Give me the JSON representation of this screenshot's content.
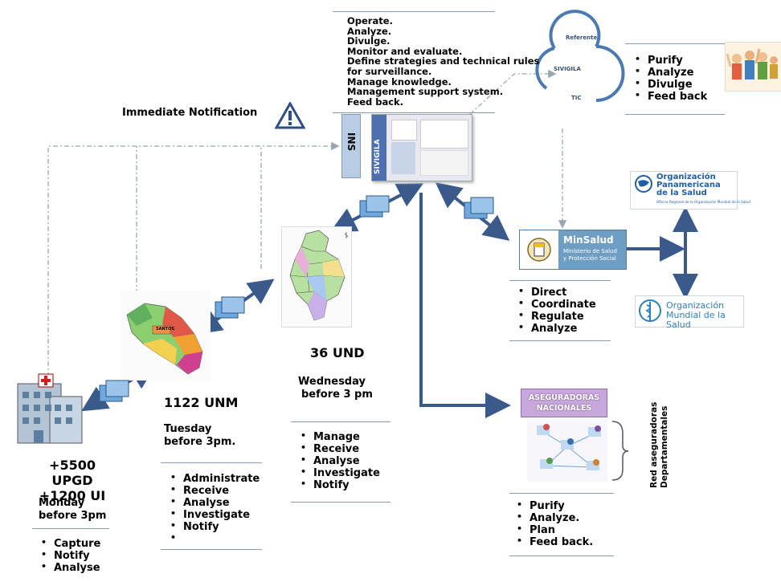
{
  "top_functions": [
    "Operate.",
    "Analyze.",
    "Divulge.",
    "Monitor and evaluate.",
    "Define strategies and technical rules",
    "for surveillance.",
    "Manage knowledge.",
    "Management support system.",
    "Feed back."
  ],
  "immediate_notification": "Immediate Notification",
  "ins_label": "INS",
  "sivigila_label": "SIVIGILA",
  "cycle": {
    "referente": "Referente",
    "sivigila": "SIVIGILA",
    "tic": "TIC"
  },
  "top_right_list": [
    "Purify",
    "Analyze",
    "Divulge",
    "Feed back"
  ],
  "ops": {
    "line1": "Organización",
    "line2": "Panamericana",
    "line3": "de la Salud",
    "sub": "Oficina Regional de la Organización Mundial de la Salud"
  },
  "oms": {
    "line1": "Organización",
    "line2": "Mundial de la Salud"
  },
  "minsalud": {
    "title": "MinSalud",
    "line1": "Ministerio de Salud",
    "line2": "y Protección Social"
  },
  "minsalud_list": [
    "Direct",
    "Coordinate",
    "Regulate",
    "Analyze"
  ],
  "aseguradoras": {
    "line1": "ASEGURADORAS",
    "line2": "NACIONALES"
  },
  "aseguradoras_list": [
    "Purify",
    "Analyze.",
    "Plan",
    "Feed back."
  ],
  "red_label": {
    "line1": "Red aseguradoras",
    "line2": "Departamentales"
  },
  "und": {
    "title": "36 UND",
    "day": "Wednesday",
    "time": "before 3 pm",
    "list": [
      "Manage",
      "Receive",
      "Analyse",
      "Investigate",
      "Notify"
    ]
  },
  "unm": {
    "title": "1122 UNM",
    "day": "Tuesday",
    "time": "before 3pm.",
    "list": [
      "Administrate",
      "Receive",
      "Analyse",
      "Investigate",
      "Notify",
      ""
    ]
  },
  "upgd": {
    "title1": "+5500 UPGD",
    "title2": "+1200 UI",
    "day": "Monday",
    "time": "before 3pm",
    "list": [
      "Capture",
      "Notify",
      "Analyse"
    ]
  },
  "map_unm_label": "SANTOS",
  "colors": {
    "arrow": "#3a5a8c",
    "dashed": "#9aa6b2",
    "ins_box": "#b8cce4",
    "minsalud": "#6e9ec4",
    "aseg": "#c8a8dc"
  }
}
